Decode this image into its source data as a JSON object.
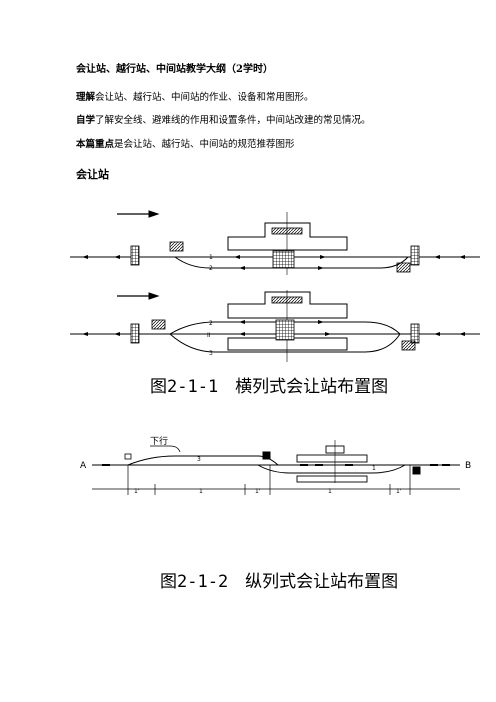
{
  "doc": {
    "title": "会让站、越行站、中间站教学大纲（2学时）",
    "line1": {
      "lead": "理解",
      "rest": "会让站、越行站、中间站的作业、设备和常用图形。"
    },
    "line2": {
      "lead": "自学",
      "rest": "了解安全线、避难线的作用和设置条件，中间站改建的常见情况。"
    },
    "line3": {
      "lead": "本篇重点",
      "rest": "是会让站、越行站、中间站的规范推荐图形"
    },
    "section": "会让站"
  },
  "figure1": {
    "caption": "图2-1-1　横列式会让站布置图",
    "track_labels_top": [
      "1",
      "2"
    ],
    "track_labels_bottom": [
      "2",
      "II",
      "3"
    ]
  },
  "figure2": {
    "caption": "图2-1-2　纵列式会让站布置图",
    "end_a": "A",
    "end_b": "B",
    "direction": "下行",
    "track_labels": [
      "3",
      "1"
    ],
    "dimensions": [
      "1'",
      "1",
      "1'",
      "1",
      "1'"
    ]
  }
}
